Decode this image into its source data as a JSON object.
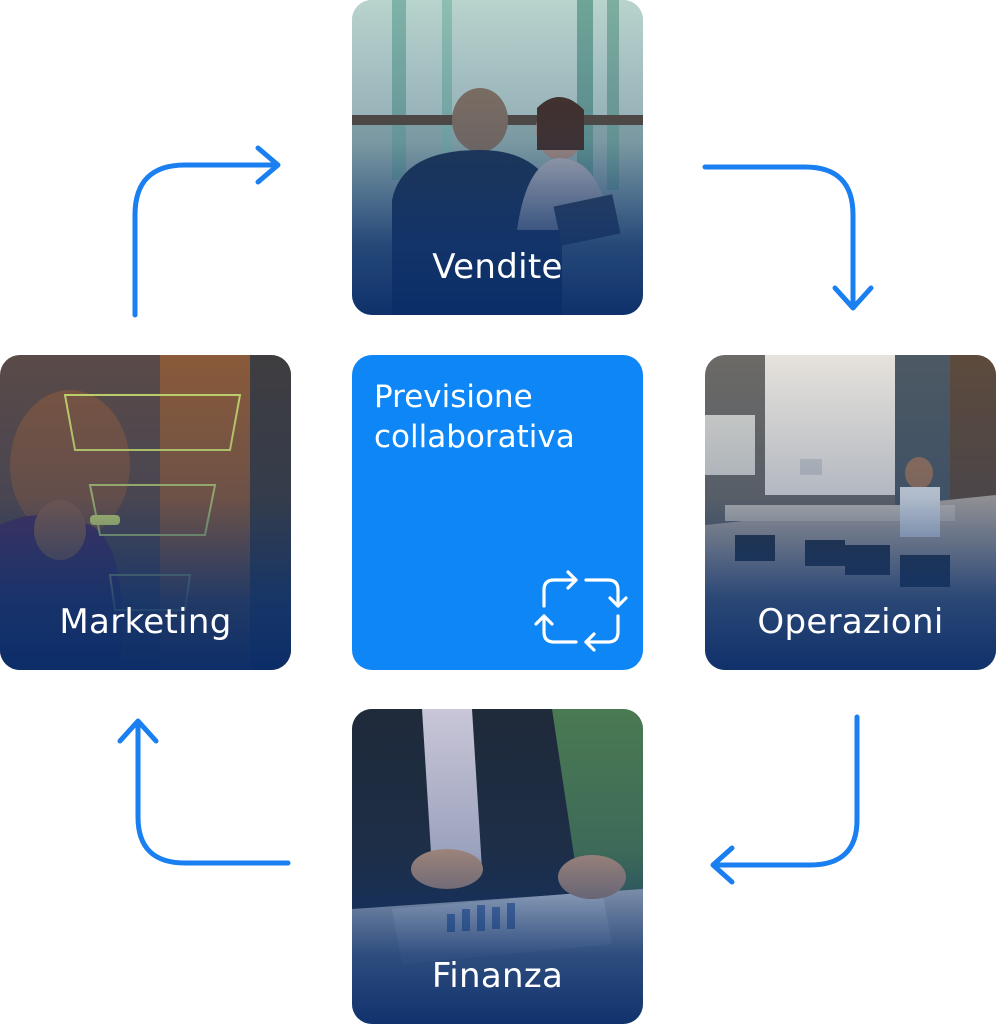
{
  "center": {
    "title_line1": "Previsione",
    "title_line2": "collaborativa",
    "icon": "cycle-refresh-icon"
  },
  "cards": {
    "vendite": {
      "label": "Vendite",
      "photo": "two-people-meeting-photo"
    },
    "marketing": {
      "label": "Marketing",
      "photo": "man-writing-on-glass-board-photo"
    },
    "operazioni": {
      "label": "Operazioni",
      "photo": "team-conference-room-photo"
    },
    "finanza": {
      "label": "Finanza",
      "photo": "man-reviewing-financial-charts-photo"
    }
  },
  "colors": {
    "accent": "#0e86f5",
    "arrow": "#1a7ff0",
    "card_overlay": "#10346e",
    "text_on_dark": "#ffffff"
  }
}
